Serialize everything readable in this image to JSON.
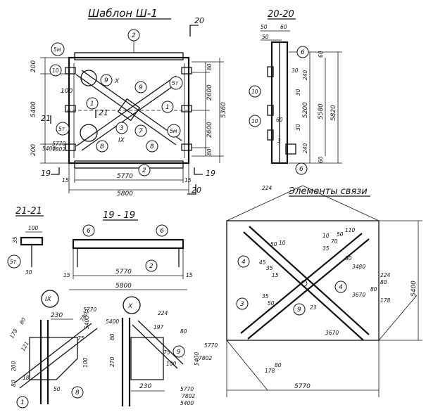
{
  "main": {
    "title": "Шаблон Ш-1",
    "section_marker_top": "20",
    "section_marker_bottom": "20",
    "section_marker_19_left": "19",
    "section_marker_19_right": "19",
    "section_marker_21_left": "21",
    "section_marker_21_center": "21",
    "dims": {
      "left_200_top": "200",
      "left_5400": "5400",
      "left_200_bottom": "200",
      "left_5400_small": "5400",
      "left_5770": "5770",
      "left_7802": "7802",
      "right_80_top": "80",
      "right_2600_top": "2600",
      "right_2600_bottom": "2600",
      "right_80_bottom": "80",
      "right_5360": "5360",
      "bottom_5770": "5770",
      "bottom_5800": "5800",
      "bottom_15_left": "15",
      "bottom_15_right": "15",
      "dim_100": "100"
    },
    "callouts": {
      "c2_top": "2",
      "c5m_left": "5м",
      "c10": "10",
      "c9_left": "9",
      "detail_x": "X",
      "c9_right": "9",
      "c5t_right": "5т",
      "c1_left": "1",
      "c1_right": "1",
      "c3": "3",
      "c7": "7",
      "c5t_left": "5т",
      "c5m_right": "5м",
      "detail_ix": "IX",
      "c8_left": "8",
      "c8_right": "8",
      "c2_bottom": "2"
    }
  },
  "section_20": {
    "title": "20-20",
    "dims": {
      "d50_top": "50",
      "d60": "60",
      "d50": "50",
      "d240_top": "240",
      "d240_bottom": "240",
      "d30_top": "30",
      "d30_bottom": "30",
      "d5200": "5200",
      "d5580": "5580",
      "d5820": "5820",
      "d60_right": "60",
      "d60_bottom": "60",
      "d30_a": "30",
      "d60_mid": "60",
      "d3": "3"
    },
    "callouts": {
      "c6_top": "6",
      "c10_top": "10",
      "c10_bottom": "10",
      "c6_bottom": "6"
    }
  },
  "section_21": {
    "title": "21-21",
    "dims": {
      "d100": "100",
      "d35": "35",
      "d30": "30"
    },
    "callouts": {
      "c5t": "5т"
    }
  },
  "section_19": {
    "title": "19 - 19",
    "dims": {
      "d5770": "5770",
      "d5800": "5800",
      "d15_left": "15",
      "d15_right": "15"
    },
    "callouts": {
      "c6_left": "6",
      "c6_right": "6",
      "c2": "2"
    }
  },
  "detail_ix": {
    "title": "IX",
    "dims": {
      "d230": "230",
      "d178": "178",
      "d80_top": "80",
      "d121": "121",
      "d200": "200",
      "d80_bottom": "80",
      "d18": "18",
      "d50": "50",
      "d100": "100",
      "d75": "75",
      "d5400": "5400",
      "d5770": "5770",
      "d7802": "7802"
    },
    "callouts": {
      "c8": "8",
      "c1": "1"
    }
  },
  "detail_x": {
    "title": "X",
    "dims": {
      "d230": "230",
      "d224": "224",
      "d197": "197",
      "d80_right": "80",
      "d80_left": "80",
      "d270": "270",
      "d100": "100",
      "d75": "75",
      "d5400": "5400",
      "d5770": "5770",
      "d7802": "7802",
      "d5400_b": "5400"
    },
    "callouts": {
      "c9": "9"
    }
  },
  "bracing": {
    "title": "Элементы связи",
    "dims": {
      "d5770": "5770",
      "d5400": "5400",
      "d224_top": "224",
      "d110": "110",
      "d10": "10",
      "d70": "70",
      "d50": "50",
      "d35_top": "35",
      "d3480": "3480",
      "d80_a": "80",
      "d224_right": "224",
      "d80_right": "80",
      "d80_b": "80",
      "d178_right": "178",
      "d3670_a": "3670",
      "d3670_b": "3670",
      "d50_left": "50",
      "d10_left": "10",
      "d45": "45",
      "d35_left": "35",
      "d15": "15",
      "d35_low": "35",
      "d50_low": "50",
      "d23": "23",
      "d178_bottom": "178",
      "d80_bottom": "80",
      "d5770_left": "5770",
      "d5400_left": "5400",
      "d7802": "7802"
    },
    "callouts": {
      "c4_left": "4",
      "c4_right": "4",
      "c3": "3",
      "c9": "9"
    }
  }
}
